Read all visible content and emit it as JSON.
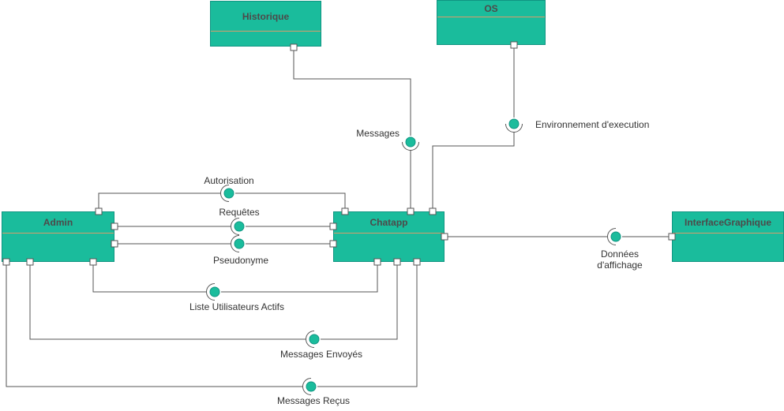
{
  "diagram": {
    "components": {
      "historique": {
        "label": "Historique"
      },
      "os": {
        "label": "OS"
      },
      "admin": {
        "label": "Admin"
      },
      "chatapp": {
        "label": "Chatapp"
      },
      "interface_graphique": {
        "label": "InterfaceGraphique"
      }
    },
    "interfaces": {
      "messages": {
        "label": "Messages"
      },
      "environnement": {
        "label": "Environnement d'execution"
      },
      "autorisation": {
        "label": "Autorisation"
      },
      "requetes": {
        "label": "Requêtes"
      },
      "pseudonyme": {
        "label": "Pseudonyme"
      },
      "liste_utilisateurs": {
        "label": "Liste Utilisateurs Actifs"
      },
      "messages_envoyes": {
        "label": "Messages Envoyés"
      },
      "messages_recus": {
        "label": "Messages Reçus"
      },
      "donnees_affichage": {
        "label": "Données d'affichage"
      }
    },
    "connections": [
      {
        "from": "Historique",
        "interface": "Messages",
        "to": "Chatapp"
      },
      {
        "from": "OS",
        "interface": "Environnement d'execution",
        "to": "Chatapp"
      },
      {
        "from": "Admin",
        "interface": "Autorisation",
        "to": "Chatapp"
      },
      {
        "from": "Admin",
        "interface": "Requêtes",
        "to": "Chatapp"
      },
      {
        "from": "Admin",
        "interface": "Pseudonyme",
        "to": "Chatapp"
      },
      {
        "from": "Admin",
        "interface": "Liste Utilisateurs Actifs",
        "to": "Chatapp"
      },
      {
        "from": "Admin",
        "interface": "Messages Envoyés",
        "to": "Chatapp"
      },
      {
        "from": "Admin",
        "interface": "Messages Reçus",
        "to": "Chatapp"
      },
      {
        "from": "Chatapp",
        "interface": "Données d'affichage",
        "to": "InterfaceGraphique"
      }
    ],
    "colors": {
      "component_fill": "#1ABC9C",
      "component_border": "#109582",
      "component_divider": "#D89C6A",
      "title_text": "#4D4A4A",
      "connector": "#565656",
      "label_text": "#333333",
      "background": "#FFFFFF"
    }
  }
}
